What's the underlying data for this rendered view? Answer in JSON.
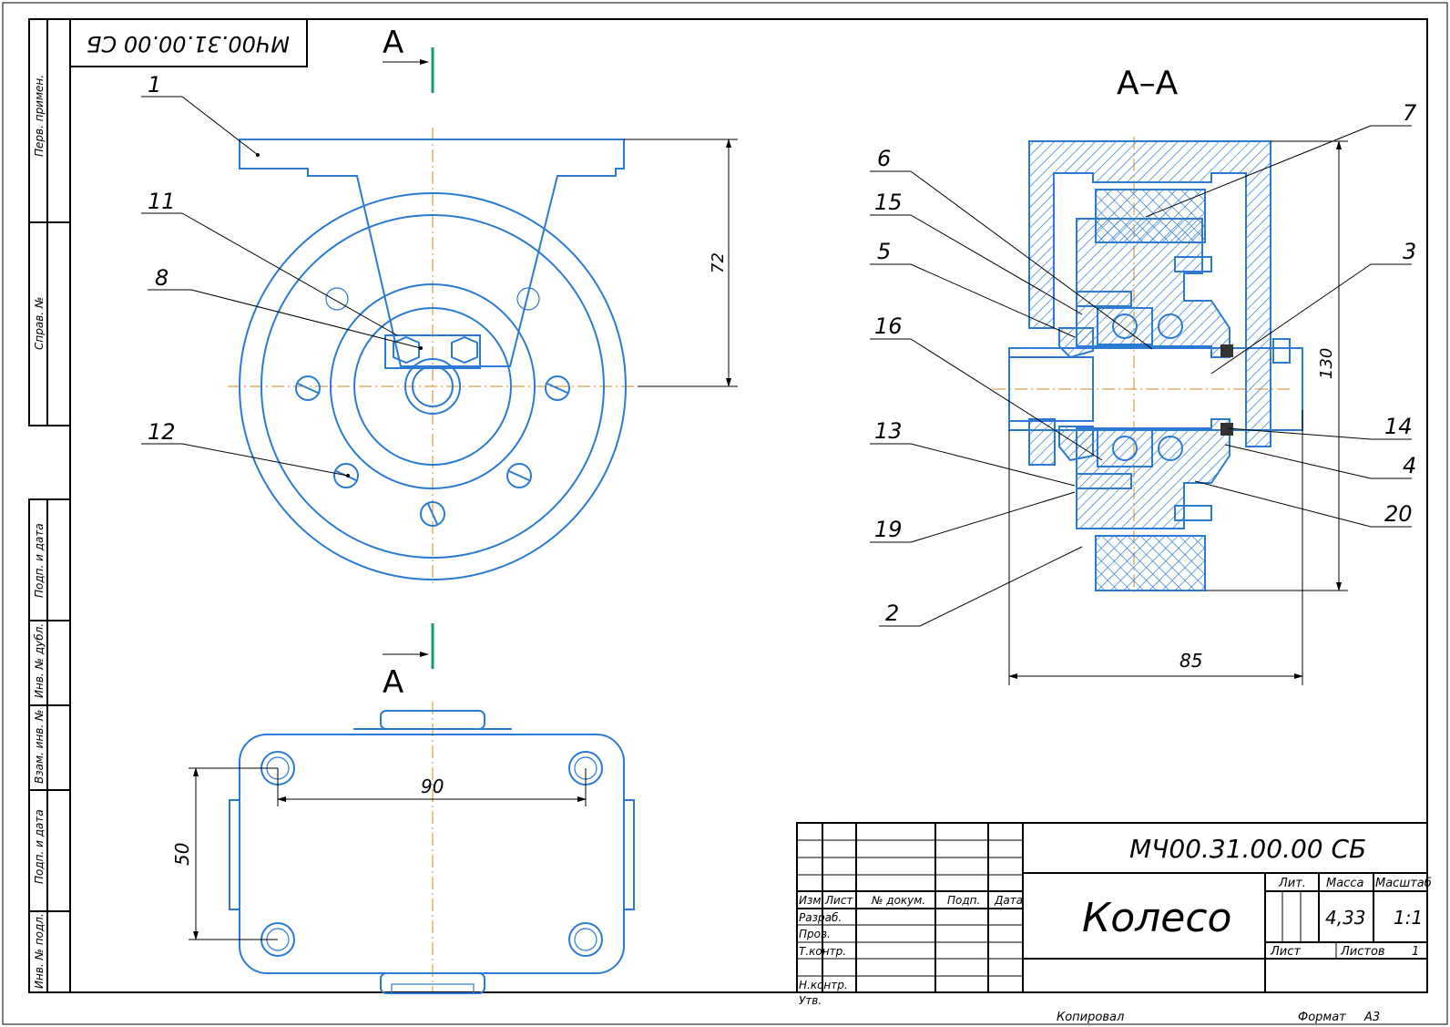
{
  "title_block": {
    "designation": "МЧ00.31.00.00 СБ",
    "designation_rotated": "МЧ00.31.00.00 СБ",
    "name": "Колесо",
    "lit_label": "Лит.",
    "mass_label": "Масса",
    "scale_label": "Масштаб",
    "mass_value": "4,33",
    "scale_value": "1:1",
    "sheet_label": "Лист",
    "sheets_label": "Листов",
    "sheets_value": "1",
    "rows": [
      "Изм.",
      "Лист",
      "№ докум.",
      "Подп.",
      "Дата"
    ],
    "roles": [
      "Разраб.",
      "Пров.",
      "Т.контр.",
      "",
      "Н.контр.",
      "Утв."
    ],
    "copied": "Копировал",
    "format_label": "Формат",
    "format_value": "A3"
  },
  "side_stamp": [
    "Перв. примен.",
    "Справ. №",
    "Подп. и дата",
    "Инв. № дубл.",
    "Взам. инв. №",
    "Подп. и дата",
    "Инв. № подл."
  ],
  "section": {
    "label_top": "А",
    "label_bottom": "А",
    "title": "А–А"
  },
  "dimensions": {
    "height_front": "72",
    "height_section": "130",
    "width_section": "85",
    "bolt_spacing_x": "90",
    "bolt_spacing_y": "50"
  },
  "callouts": {
    "front": [
      "1",
      "11",
      "8",
      "12"
    ],
    "section_left": [
      "6",
      "15",
      "5",
      "16",
      "13",
      "19",
      "2"
    ],
    "section_right": [
      "7",
      "3",
      "14",
      "4",
      "20"
    ]
  },
  "colors": {
    "ink": "#2b7bd2",
    "axis": "#d08a20",
    "frame": "#000000"
  }
}
